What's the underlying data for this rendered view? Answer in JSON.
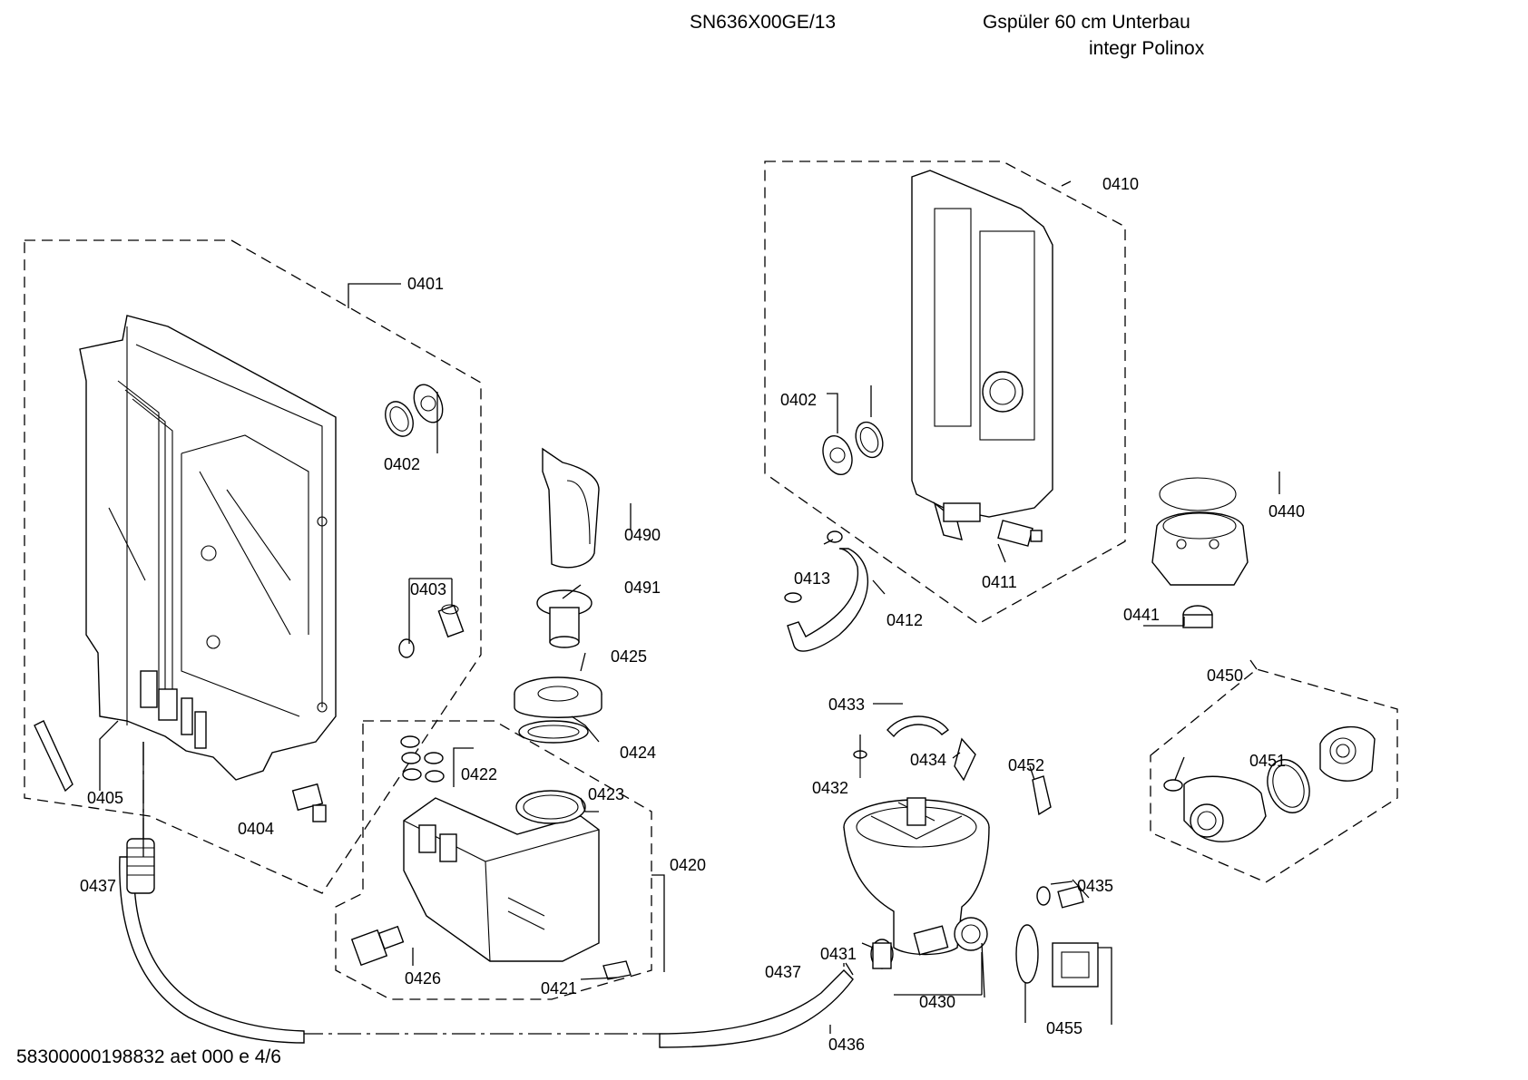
{
  "header": {
    "model": "SN636X00GE/13",
    "title_line1": "Gspüler 60 cm Unterbau",
    "title_line2": "integr Polinox"
  },
  "footer": {
    "doc_code": "58300000198832 aet 000 e 4/6"
  },
  "parts": [
    {
      "id": "label-0401",
      "text": "0401"
    },
    {
      "id": "label-0402-left",
      "text": "0402"
    },
    {
      "id": "label-0403",
      "text": "0403"
    },
    {
      "id": "label-0404",
      "text": "0404"
    },
    {
      "id": "label-0405",
      "text": "0405"
    },
    {
      "id": "label-0437-left",
      "text": "0437"
    },
    {
      "id": "label-0490",
      "text": "0490"
    },
    {
      "id": "label-0491",
      "text": "0491"
    },
    {
      "id": "label-0425",
      "text": "0425"
    },
    {
      "id": "label-0424",
      "text": "0424"
    },
    {
      "id": "label-0422",
      "text": "0422"
    },
    {
      "id": "label-0423",
      "text": "0423"
    },
    {
      "id": "label-0420",
      "text": "0420"
    },
    {
      "id": "label-0426",
      "text": "0426"
    },
    {
      "id": "label-0421",
      "text": "0421"
    },
    {
      "id": "label-0410",
      "text": "0410"
    },
    {
      "id": "label-0402-right",
      "text": "0402"
    },
    {
      "id": "label-0413",
      "text": "0413"
    },
    {
      "id": "label-0412",
      "text": "0412"
    },
    {
      "id": "label-0411",
      "text": "0411"
    },
    {
      "id": "label-0440",
      "text": "0440"
    },
    {
      "id": "label-0441",
      "text": "0441"
    },
    {
      "id": "label-0450",
      "text": "0450"
    },
    {
      "id": "label-0451",
      "text": "0451"
    },
    {
      "id": "label-0433",
      "text": "0433"
    },
    {
      "id": "label-0432",
      "text": "0432"
    },
    {
      "id": "label-0434",
      "text": "0434"
    },
    {
      "id": "label-0452",
      "text": "0452"
    },
    {
      "id": "label-0435",
      "text": "0435"
    },
    {
      "id": "label-0431",
      "text": "0431"
    },
    {
      "id": "label-0437-right",
      "text": "0437"
    },
    {
      "id": "label-0430",
      "text": "0430"
    },
    {
      "id": "label-0436",
      "text": "0436"
    },
    {
      "id": "label-0455",
      "text": "0455"
    }
  ]
}
